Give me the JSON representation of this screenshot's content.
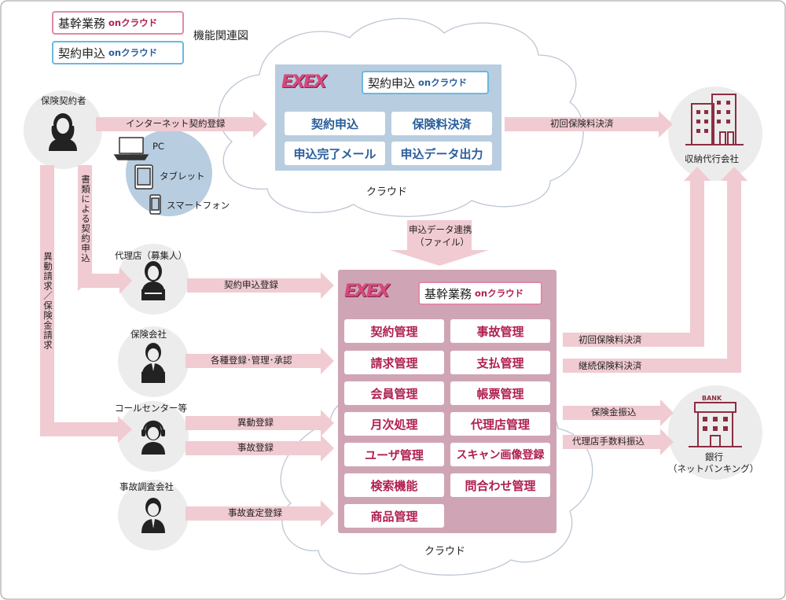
{
  "legend": {
    "kikan": {
      "main": "基幹業務",
      "on": "onクラウド"
    },
    "keiyaku": {
      "main": "契約申込",
      "on": "onクラウド"
    },
    "title": "機能関連図"
  },
  "top_cloud": {
    "logo": "EXEX",
    "badge": {
      "main": "契約申込",
      "on": "onクラウド"
    },
    "items": [
      "契約申込",
      "保険料決済",
      "申込完了メール",
      "申込データ出力"
    ],
    "label": "クラウド"
  },
  "bottom_cloud": {
    "logo": "EXEX",
    "badge": {
      "main": "基幹業務",
      "on": "onクラウド"
    },
    "items": [
      "契約管理",
      "事故管理",
      "請求管理",
      "支払管理",
      "会員管理",
      "帳票管理",
      "月次処理",
      "代理店管理",
      "ユーザ管理",
      "スキャン画像登録",
      "検索機能",
      "問合わせ管理",
      "商品管理"
    ],
    "label": "クラウド"
  },
  "actors": {
    "policyholder": "保険契約者",
    "agency": "代理店（募集人）",
    "insurer": "保険会社",
    "call_center": "コールセンター等",
    "adjuster": "事故調査会社",
    "collector": "収納代行会社",
    "bank": "銀行",
    "bank_sub": "（ネットバンキング）",
    "bank_sign": "BANK"
  },
  "devices": {
    "pc": "PC",
    "tablet": "タブレット",
    "smartphone": "スマートフォン"
  },
  "arrows": {
    "internet": "インターネット契約登録",
    "first_payment_top": "初回保険料決済",
    "data_link_1": "申込データ連携",
    "data_link_2": "（ファイル）",
    "paper": "書類による契約申込",
    "change_claim": "異動請求／保険金請求",
    "contract_reg": "契約申込登録",
    "various": "各種登録･管理･承認",
    "change_reg": "異動登録",
    "accident_reg": "事故登録",
    "assessment": "事故査定登録",
    "first_payment": "初回保険料決済",
    "continuing_payment": "継続保険料決済",
    "claim_transfer": "保険金振込",
    "commission_transfer": "代理店手数料振込"
  },
  "colors": {
    "arrow": "#f1cbd2",
    "top_panel": "#b9cde0",
    "bottom_panel": "#cfa5b5",
    "blue_text": "#2a5d9a",
    "red_text": "#b0204f",
    "circle": "#ececec",
    "device_circle": "#b8cde0",
    "cloud_stroke": "#bcc6d3"
  }
}
